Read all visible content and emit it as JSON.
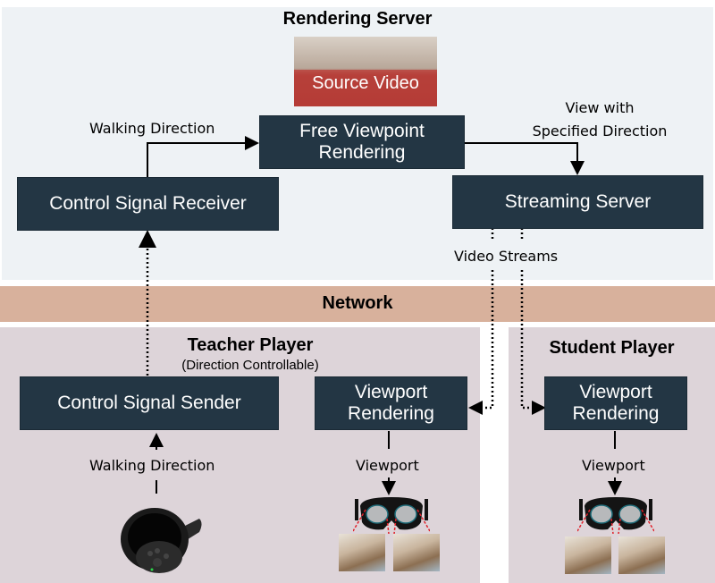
{
  "rendering_server": {
    "title": "Rendering Server",
    "source_video_label": "Source Video",
    "free_viewpoint_box": [
      "Free Viewpoint",
      "Rendering"
    ],
    "control_receiver_box": "Control Signal Receiver",
    "streaming_server_box": "Streaming Server",
    "walking_direction_label": "Walking Direction",
    "view_with_label": [
      "View with",
      "Specified Direction"
    ],
    "video_streams_label": "Video Streams"
  },
  "network": {
    "title": "Network"
  },
  "teacher_player": {
    "title": "Teacher Player",
    "subtitle": "(Direction Controllable)",
    "control_sender_box": "Control Signal Sender",
    "viewport_box": [
      "Viewport",
      "Rendering"
    ],
    "walking_direction_label": "Walking Direction",
    "viewport_label": "Viewport",
    "device": "vr-controller"
  },
  "student_player": {
    "title": "Student Player",
    "viewport_box": [
      "Viewport",
      "Rendering"
    ],
    "viewport_label": "Viewport",
    "device": "vr-headset"
  },
  "colors": {
    "box_fill": "#233644",
    "server_bg": "#eef2f5",
    "network_bg": "#d8b19c",
    "player_bg": "#ddd4d9",
    "lens_lines": "#e0202a"
  }
}
